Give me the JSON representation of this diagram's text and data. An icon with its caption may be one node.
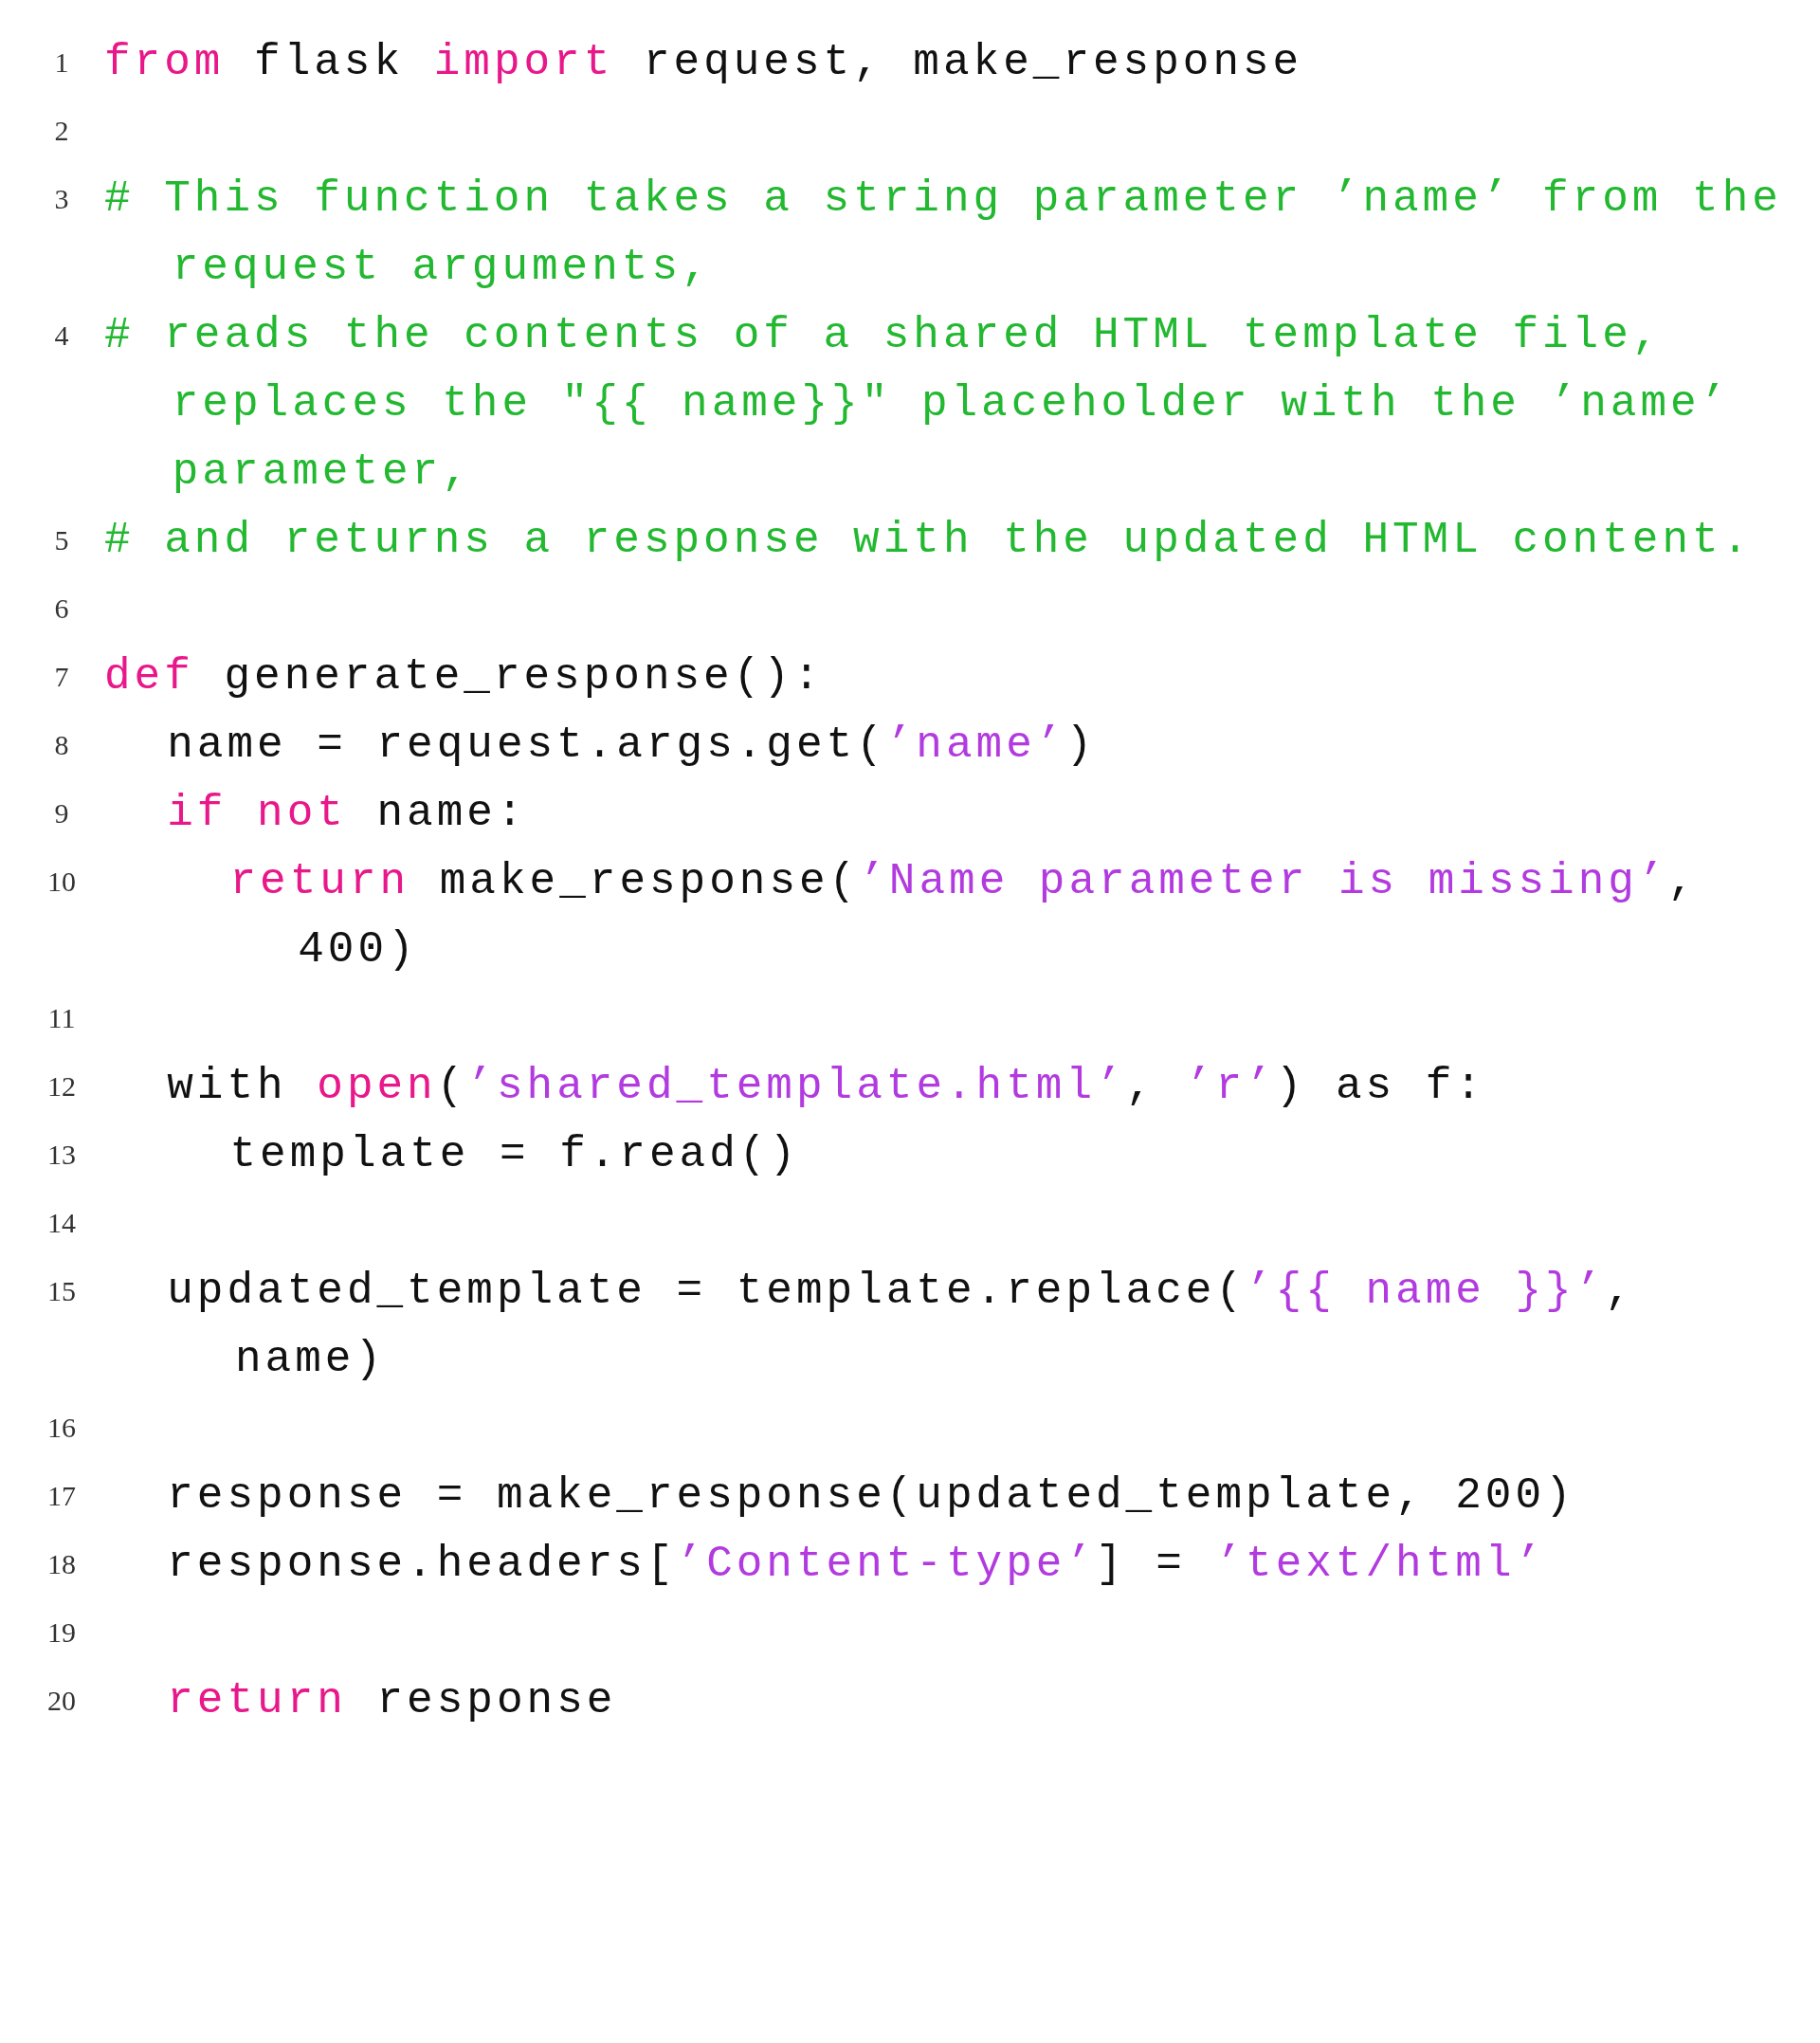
{
  "diagram": {
    "labels": [
      "1",
      "from",
      "flask",
      "import",
      "request, make_response",
      "2",
      "3",
      "# This function takes a string parameter ’name’ from the request arguments,",
      "4",
      "# reads the contents of a shared HTML template file, replaces the \"{{ name}}\" placeholder with the ’name’ parameter,",
      "5",
      "# and returns a response with the updated HTML content.",
      "6",
      "7",
      "def",
      "generate_response():",
      "8",
      "name = request.args.get(",
      "’name’",
      ")",
      "9",
      "if not",
      "name:",
      "10",
      "return",
      "make_response(",
      "’Name parameter is missing’",
      ", 400)",
      "11",
      "12",
      "with",
      "open",
      "(",
      "’shared_template.html’",
      ",",
      "’r’",
      ") as f:",
      "13",
      "template = f.read()",
      "14",
      "15",
      "updated_template = template.replace(",
      "’{{ name }}’",
      ", name)",
      "16",
      "17",
      "response = make_response(updated_template, 200)",
      "18",
      "response.headers[",
      "’Content-type’",
      "] =",
      "’text/html’",
      "19",
      "20",
      "return",
      "response"
    ]
  }
}
